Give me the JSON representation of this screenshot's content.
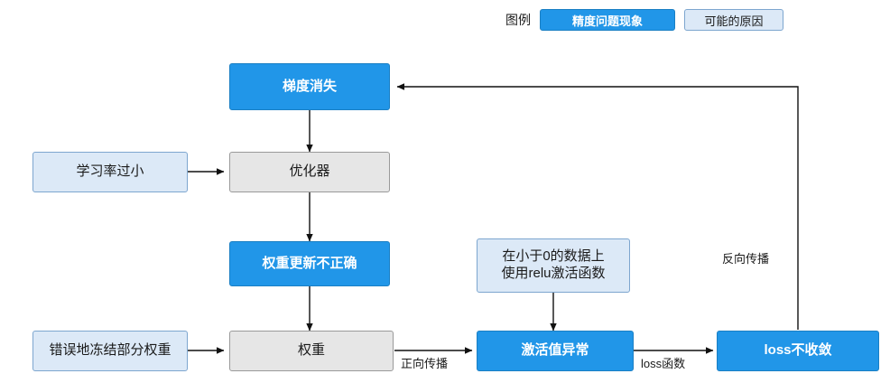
{
  "legend": {
    "title": "图例",
    "items": [
      {
        "label": "精度问题现象",
        "style": "blue"
      },
      {
        "label": "可能的原因",
        "style": "lightblue"
      }
    ]
  },
  "nodes": [
    {
      "id": "gradient-vanish",
      "label": "梯度消失",
      "style": "blue"
    },
    {
      "id": "learning-rate-too-small",
      "label": "学习率过小",
      "style": "lightblue"
    },
    {
      "id": "optimizer",
      "label": "优化器",
      "style": "gray"
    },
    {
      "id": "weight-update-incorrect",
      "label": "权重更新不正确",
      "style": "blue"
    },
    {
      "id": "relu-on-negative-data",
      "label": "在小于0的数据上\n使用relu激活函数",
      "style": "lightblue"
    },
    {
      "id": "wrong-frozen-weights",
      "label": "错误地冻结部分权重",
      "style": "lightblue"
    },
    {
      "id": "weight",
      "label": "权重",
      "style": "gray"
    },
    {
      "id": "activation-abnormal",
      "label": "激活值异常",
      "style": "blue"
    },
    {
      "id": "loss-not-converged",
      "label": "loss不收敛",
      "style": "blue"
    }
  ],
  "edge_labels": [
    {
      "id": "forward-propagation",
      "text": "正向传播"
    },
    {
      "id": "loss-function",
      "text": "loss函数"
    },
    {
      "id": "backward-propagation",
      "text": "反向传播"
    }
  ]
}
